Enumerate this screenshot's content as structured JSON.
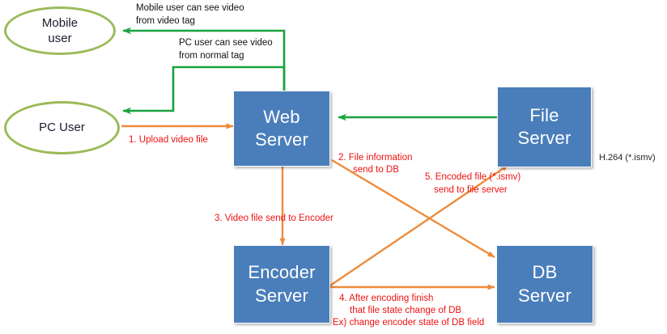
{
  "diagram": {
    "title": "Video upload and encoding pipeline",
    "colors": {
      "node_fill": "#4a7ebb",
      "node_text": "#ffffff",
      "actor_stroke": "#9bbb59",
      "flow_orange": "#ed8b3c",
      "flow_green": "#18a33f",
      "label_red": "#ee1111",
      "label_dark": "#231f20",
      "background": "#ffffff"
    },
    "actors": [
      {
        "id": "mobile-user",
        "line1": "Mobile",
        "line2": "user"
      },
      {
        "id": "pc-user",
        "line1": "PC User",
        "line2": ""
      }
    ],
    "nodes": [
      {
        "id": "web-server",
        "line1": "Web",
        "line2": "Server"
      },
      {
        "id": "file-server",
        "line1": "File",
        "line2": "Server"
      },
      {
        "id": "encoder-server",
        "line1": "Encoder",
        "line2": "Server"
      },
      {
        "id": "db-server",
        "line1": "DB",
        "line2": "Server"
      }
    ],
    "annotations": {
      "mobile_flow_l1": "Mobile user can see video",
      "mobile_flow_l2": "from video tag",
      "pc_flow_l1": "PC user can see video",
      "pc_flow_l2": "from normal tag",
      "step1": "1. Upload video file",
      "step2_l1": "2. File information",
      "step2_l2": "send to DB",
      "step3": "3. Video file send to Encoder",
      "step4_l1": "4. After encoding finish",
      "step4_l2": "that file state change of DB",
      "step4_l3": "Ex) change encoder state of DB field",
      "step5_l1": "5. Encoded file (*.ismv)",
      "step5_l2": "send to file server",
      "codec_note": "H.264 (*.ismv)"
    }
  }
}
